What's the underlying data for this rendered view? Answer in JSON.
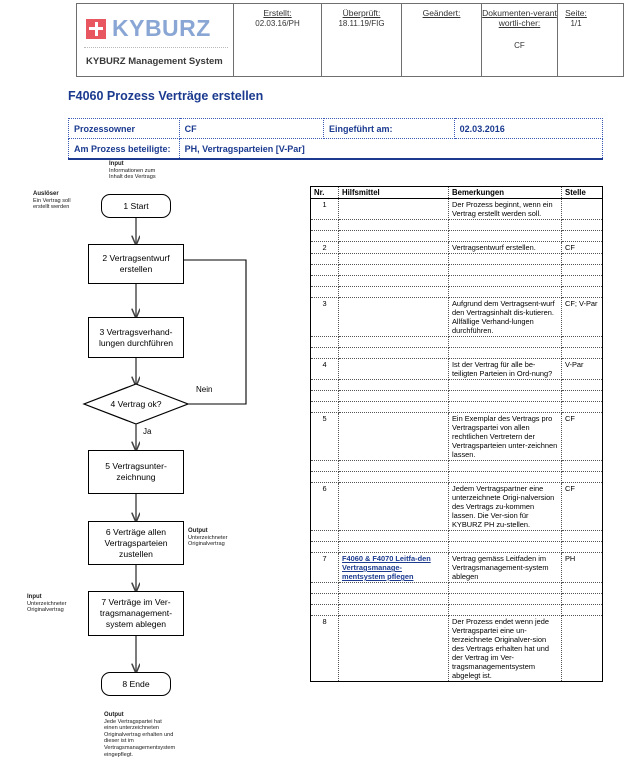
{
  "header": {
    "logo": {
      "brand": "KYBURZ",
      "subtitle": "KYBURZ Management System",
      "flag_color": "#e8565f"
    },
    "columns": [
      {
        "label": "Erstellt:",
        "value": "02.03.16/PH"
      },
      {
        "label": "Überprüft:",
        "value": "18.11.19/FIG"
      },
      {
        "label": "Geändert:",
        "value": ""
      },
      {
        "label": "Dokumenten-verantwortli-cher:",
        "value": "CF"
      },
      {
        "label": "Seite:",
        "value": "1/1"
      }
    ]
  },
  "title": "F4060 Prozess Verträge erstellen",
  "info": {
    "owner_label": "Prozessowner",
    "owner_value": "CF",
    "introduced_label": "Eingeführt am:",
    "introduced_value": "02.03.2016",
    "participants_label": "Am Prozess beteiligte:",
    "participants_value": "PH, Vertragsparteien [V-Par]"
  },
  "flowchart": {
    "nodes": [
      {
        "id": "n1",
        "label": "1 Start",
        "type": "terminator"
      },
      {
        "id": "n2",
        "label": "2 Vertragsentwurf erstellen",
        "type": "process"
      },
      {
        "id": "n3",
        "label": "3 Vertragsverhand-lungen durchführen",
        "type": "process"
      },
      {
        "id": "n4",
        "label": "4 Vertrag ok?",
        "type": "decision"
      },
      {
        "id": "n5",
        "label": "5 Vertragsunter-zeichnung",
        "type": "process"
      },
      {
        "id": "n6",
        "label": "6 Verträge allen Vertragsparteien zustellen",
        "type": "process"
      },
      {
        "id": "n7",
        "label": "7 Verträge im Ver-tragsmanagement-system ablegen",
        "type": "process"
      },
      {
        "id": "n8",
        "label": "8 Ende",
        "type": "terminator"
      }
    ],
    "edge_labels": {
      "no": "Nein",
      "yes": "Ja"
    },
    "annotations": [
      {
        "id": "a-input-start",
        "title": "Input",
        "text": "Informationen zum Inhalt des Vertrags"
      },
      {
        "id": "a-trigger",
        "title": "Auslöser",
        "text": "Ein Vertrag soll erstellt werden"
      },
      {
        "id": "a-output-6",
        "title": "Output",
        "text": "Unterzeichneter Originalvertrag"
      },
      {
        "id": "a-input-7",
        "title": "Input",
        "text": "Unterzeichneter Originalvertrag"
      },
      {
        "id": "a-output-end",
        "title": "Output",
        "text": "Jede Vertragspartei hat einen unterzeichneten Originalvertrag erhalten und dieser ist im Vertragsmanagementsystem eingepflegt."
      }
    ]
  },
  "table": {
    "headers": [
      "Nr.",
      "Hilfsmittel",
      "Bemerkungen",
      "Stelle"
    ],
    "rows": [
      {
        "nr": "1",
        "hilfsmittel": "",
        "bemerkungen": "Der Prozess beginnt, wenn ein Vertrag erstellt werden soll.",
        "stelle": "",
        "link": false,
        "pad": 2
      },
      {
        "nr": "2",
        "hilfsmittel": "",
        "bemerkungen": "Vertragsentwurf erstellen.",
        "stelle": "CF",
        "link": false,
        "pad": 4
      },
      {
        "nr": "3",
        "hilfsmittel": "",
        "bemerkungen": "Aufgrund dem Vertragsent-wurf den Vertragsinhalt dis-kutieren. Allfällige Verhand-lungen durchführen.",
        "stelle": "CF; V-Par",
        "link": false,
        "pad": 2
      },
      {
        "nr": "4",
        "hilfsmittel": "",
        "bemerkungen": "Ist der Vertrag für alle be-teiligten Parteien in Ord-nung?",
        "stelle": "V-Par",
        "link": false,
        "pad": 3
      },
      {
        "nr": "5",
        "hilfsmittel": "",
        "bemerkungen": "Ein Exemplar des Vertrags pro Vertragspartei von allen rechtlichen Vertretern der Vertragsparteien unter-zeichnen lassen.",
        "stelle": "CF",
        "link": false,
        "pad": 2
      },
      {
        "nr": "6",
        "hilfsmittel": "",
        "bemerkungen": "Jedem Vertragspartner eine unterzeichnete Origi-nalversion des Vertrags zu-kommen lassen. Die Ver-sion für KYBURZ PH zu-stellen.",
        "stelle": "CF",
        "link": false,
        "pad": 2
      },
      {
        "nr": "7",
        "hilfsmittel": "F4060 & F4070 Leitfa-den Vertragsmanage-mentsystem pflegen",
        "bemerkungen": "Vertrag gemäss Leitfaden im Vertragsmanagement-system ablegen",
        "stelle": "PH",
        "link": true,
        "pad": 3
      },
      {
        "nr": "8",
        "hilfsmittel": "",
        "bemerkungen": "Der Prozess endet wenn jede Vertragspartei eine un-terzeichnete Originalver-sion des Vertrags erhalten hat und der Vertrag im Ver-tragsmanagementsystem abgelegt ist.",
        "stelle": "",
        "link": false,
        "pad": 0
      }
    ]
  }
}
